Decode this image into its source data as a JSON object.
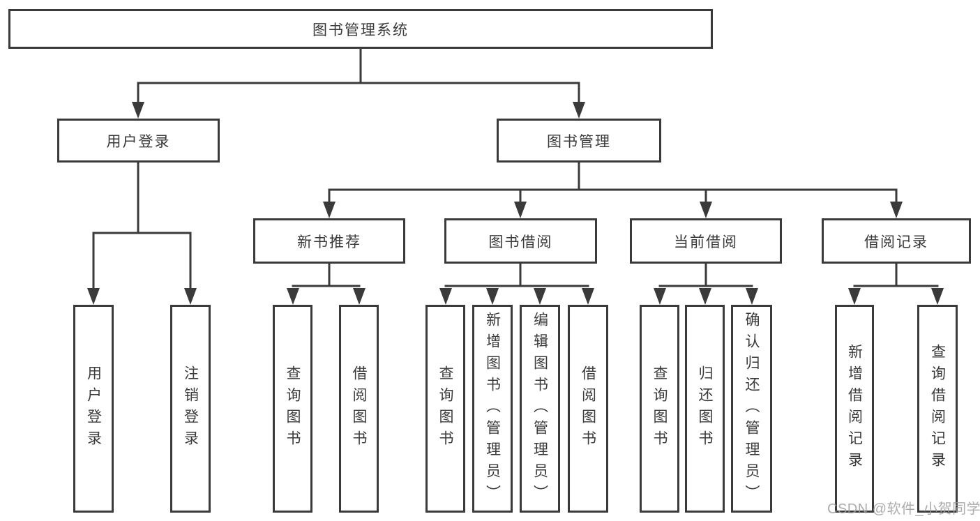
{
  "diagram_title": "图书管理系统",
  "colors": {
    "line": "#3a3a3a",
    "text": "#3a3a3a",
    "box_background": "#ffffff",
    "watermark": "#9e9e9e"
  },
  "nodes": {
    "root": {
      "label": "图书管理系统"
    },
    "user_login": {
      "label": "用户登录"
    },
    "book_mgmt": {
      "label": "图书管理"
    },
    "new_book_rec": {
      "label": "新书推荐"
    },
    "book_borrow": {
      "label": "图书借阅"
    },
    "current_borrow": {
      "label": "当前借阅"
    },
    "borrow_records": {
      "label": "借阅记录"
    },
    "leaf_user_login": {
      "label": "用户登录"
    },
    "leaf_logout": {
      "label": "注销登录"
    },
    "leaf_query_book_newrec": {
      "label": "查询图书"
    },
    "leaf_borrow_book_newrec": {
      "label": "借阅图书"
    },
    "leaf_query_book_borrow": {
      "label": "查询图书"
    },
    "leaf_add_book": {
      "label": "新增图书（管理员）"
    },
    "leaf_edit_book": {
      "label": "编辑图书（管理员）"
    },
    "leaf_borrow_book_borrow": {
      "label": "借阅图书"
    },
    "leaf_query_book_current": {
      "label": "查询图书"
    },
    "leaf_return_book": {
      "label": "归还图书"
    },
    "leaf_confirm_return": {
      "label": "确认归还（管理员）"
    },
    "leaf_add_borrow_record": {
      "label": "新增借阅记录"
    },
    "leaf_query_borrow_record": {
      "label": "查询借阅记录"
    }
  },
  "watermark": {
    "text": "CSDN @软件_小贺同学"
  }
}
